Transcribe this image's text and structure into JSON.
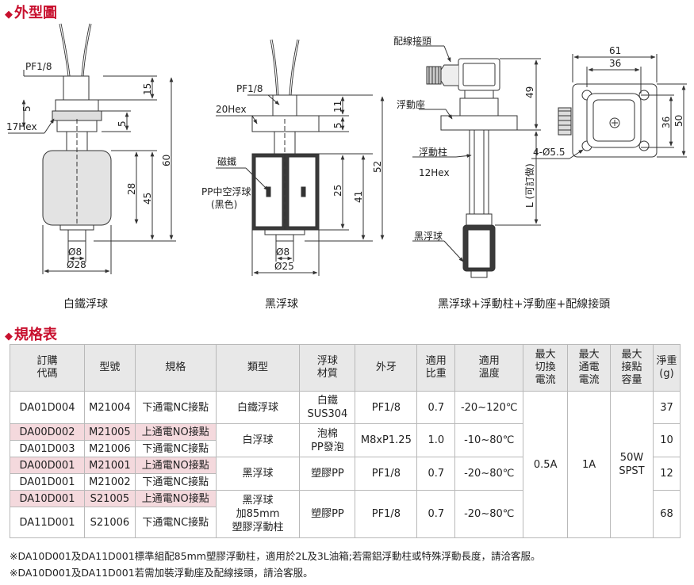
{
  "section1": {
    "marker": "◆",
    "title": "外型圖"
  },
  "section2": {
    "marker": "◆",
    "title": "規格表"
  },
  "fig1": {
    "pf": "PF1/8",
    "hex": "17Hex",
    "d1": "5",
    "d2": "15",
    "d3": "5",
    "d4": "28",
    "d5": "45",
    "d6": "60",
    "b1": "Ø8",
    "b2": "Ø28",
    "caption": "白鐵浮球"
  },
  "fig2": {
    "pf": "PF1/8",
    "hex": "20Hex",
    "magnet": "磁鐵",
    "float1": "PP中空浮球",
    "float2": "(黑色)",
    "d1": "11",
    "d2": "5",
    "d3": "25",
    "d4": "41",
    "d5": "52",
    "b1": "Ø8",
    "b2": "Ø25",
    "caption": "黑浮球"
  },
  "fig3": {
    "connector": "配線接頭",
    "seat": "浮動座",
    "column": "浮動柱",
    "hex": "12Hex",
    "ball": "黑浮球",
    "lbl": "L (可訂做)",
    "d49": "49",
    "caption": "黑浮球+浮動柱+浮動座+配線接頭"
  },
  "fig4": {
    "w61": "61",
    "w36": "36",
    "h36": "36",
    "h50": "50",
    "holes": "4-Ø5.5"
  },
  "table": {
    "headers": [
      "訂購\n代碼",
      "型號",
      "規格",
      "類型",
      "浮球\n材質",
      "外牙",
      "適用\n比重",
      "適用\n溫度",
      "最大\n切換\n電流",
      "最大\n通電\n電流",
      "最大\n接點\n容量",
      "淨重\n(g)"
    ],
    "r1": {
      "code": "DA01D004",
      "model": "M21004",
      "spec": "下通電NC接點",
      "type": "白鐵浮球",
      "mat1": "白鐵",
      "mat2": "SUS304",
      "thread": "PF1/8",
      "sg": "0.7",
      "temp": "-20~120℃",
      "weight": "37"
    },
    "r2": {
      "code": "DA00D002",
      "model": "M21005",
      "spec": "上通電NO接點"
    },
    "r3": {
      "code": "DA01D003",
      "model": "M21006",
      "spec": "下通電NC接點"
    },
    "g23": {
      "type": "白浮球",
      "mat1": "泡棉",
      "mat2": "PP發泡",
      "thread": "M8xP1.25",
      "sg": "1.0",
      "temp": "-10~80℃",
      "weight": "10"
    },
    "r4": {
      "code": "DA00D001",
      "model": "M21001",
      "spec": "上通電NO接點"
    },
    "r5": {
      "code": "DA01D001",
      "model": "M21002",
      "spec": "下通電NC接點"
    },
    "g45": {
      "type": "黑浮球",
      "mat": "塑膠PP",
      "thread": "PF1/8",
      "sg": "0.7",
      "temp": "-20~80℃",
      "weight": "12"
    },
    "r6": {
      "code": "DA10D001",
      "model": "S21005",
      "spec": "上通電NO接點"
    },
    "r7": {
      "code": "DA11D001",
      "model": "S21006",
      "spec": "下通電NC接點"
    },
    "g67": {
      "type1": "黑浮球",
      "type2": "加85mm",
      "type3": "塑膠浮動柱",
      "mat": "塑膠PP",
      "thread": "PF1/8",
      "sg": "0.7",
      "temp": "-20~80℃",
      "weight": "68"
    },
    "shared": {
      "switch": "0.5A",
      "carry": "1A",
      "cap1": "50W",
      "cap2": "SPST"
    }
  },
  "notes": [
    "※DA10D001及DA11D001標準組配85mm塑膠浮動柱，適用於2L及3L油箱;若需鋁浮動柱或特殊浮動長度，請洽客服。",
    "※DA10D001及DA11D001若需加裝浮動座及配線接頭，請洽客服。"
  ],
  "colors": {
    "accent": "#c8102e",
    "header_bg": "#e8e8e8",
    "highlight": "#f4d9dd"
  }
}
